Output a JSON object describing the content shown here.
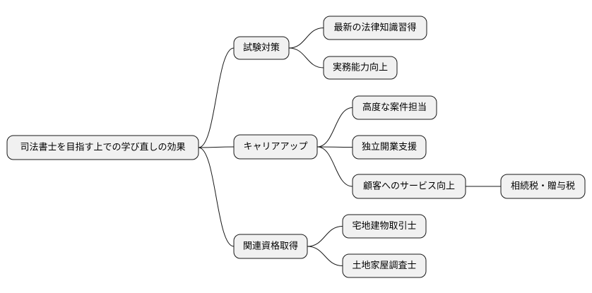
{
  "root": {
    "label": "司法書士を目指す上での学び直しの効果",
    "children": [
      {
        "label": "試験対策",
        "children": [
          {
            "label": "最新の法律知識習得",
            "children": []
          },
          {
            "label": "実務能力向上",
            "children": []
          }
        ]
      },
      {
        "label": "キャリアアップ",
        "children": [
          {
            "label": "高度な案件担当",
            "children": []
          },
          {
            "label": "独立開業支援",
            "children": []
          },
          {
            "label": "顧客へのサービス向上",
            "children": [
              {
                "label": "相続税・贈与税",
                "children": []
              }
            ]
          }
        ]
      },
      {
        "label": "関連資格取得",
        "children": [
          {
            "label": "宅地建物取引士",
            "children": []
          },
          {
            "label": "土地家屋調査士",
            "children": []
          }
        ]
      }
    ]
  },
  "colors": {
    "node_fill": "#f1f1f1",
    "node_stroke": "#181818",
    "text": "#000000",
    "background": "#ffffff"
  }
}
